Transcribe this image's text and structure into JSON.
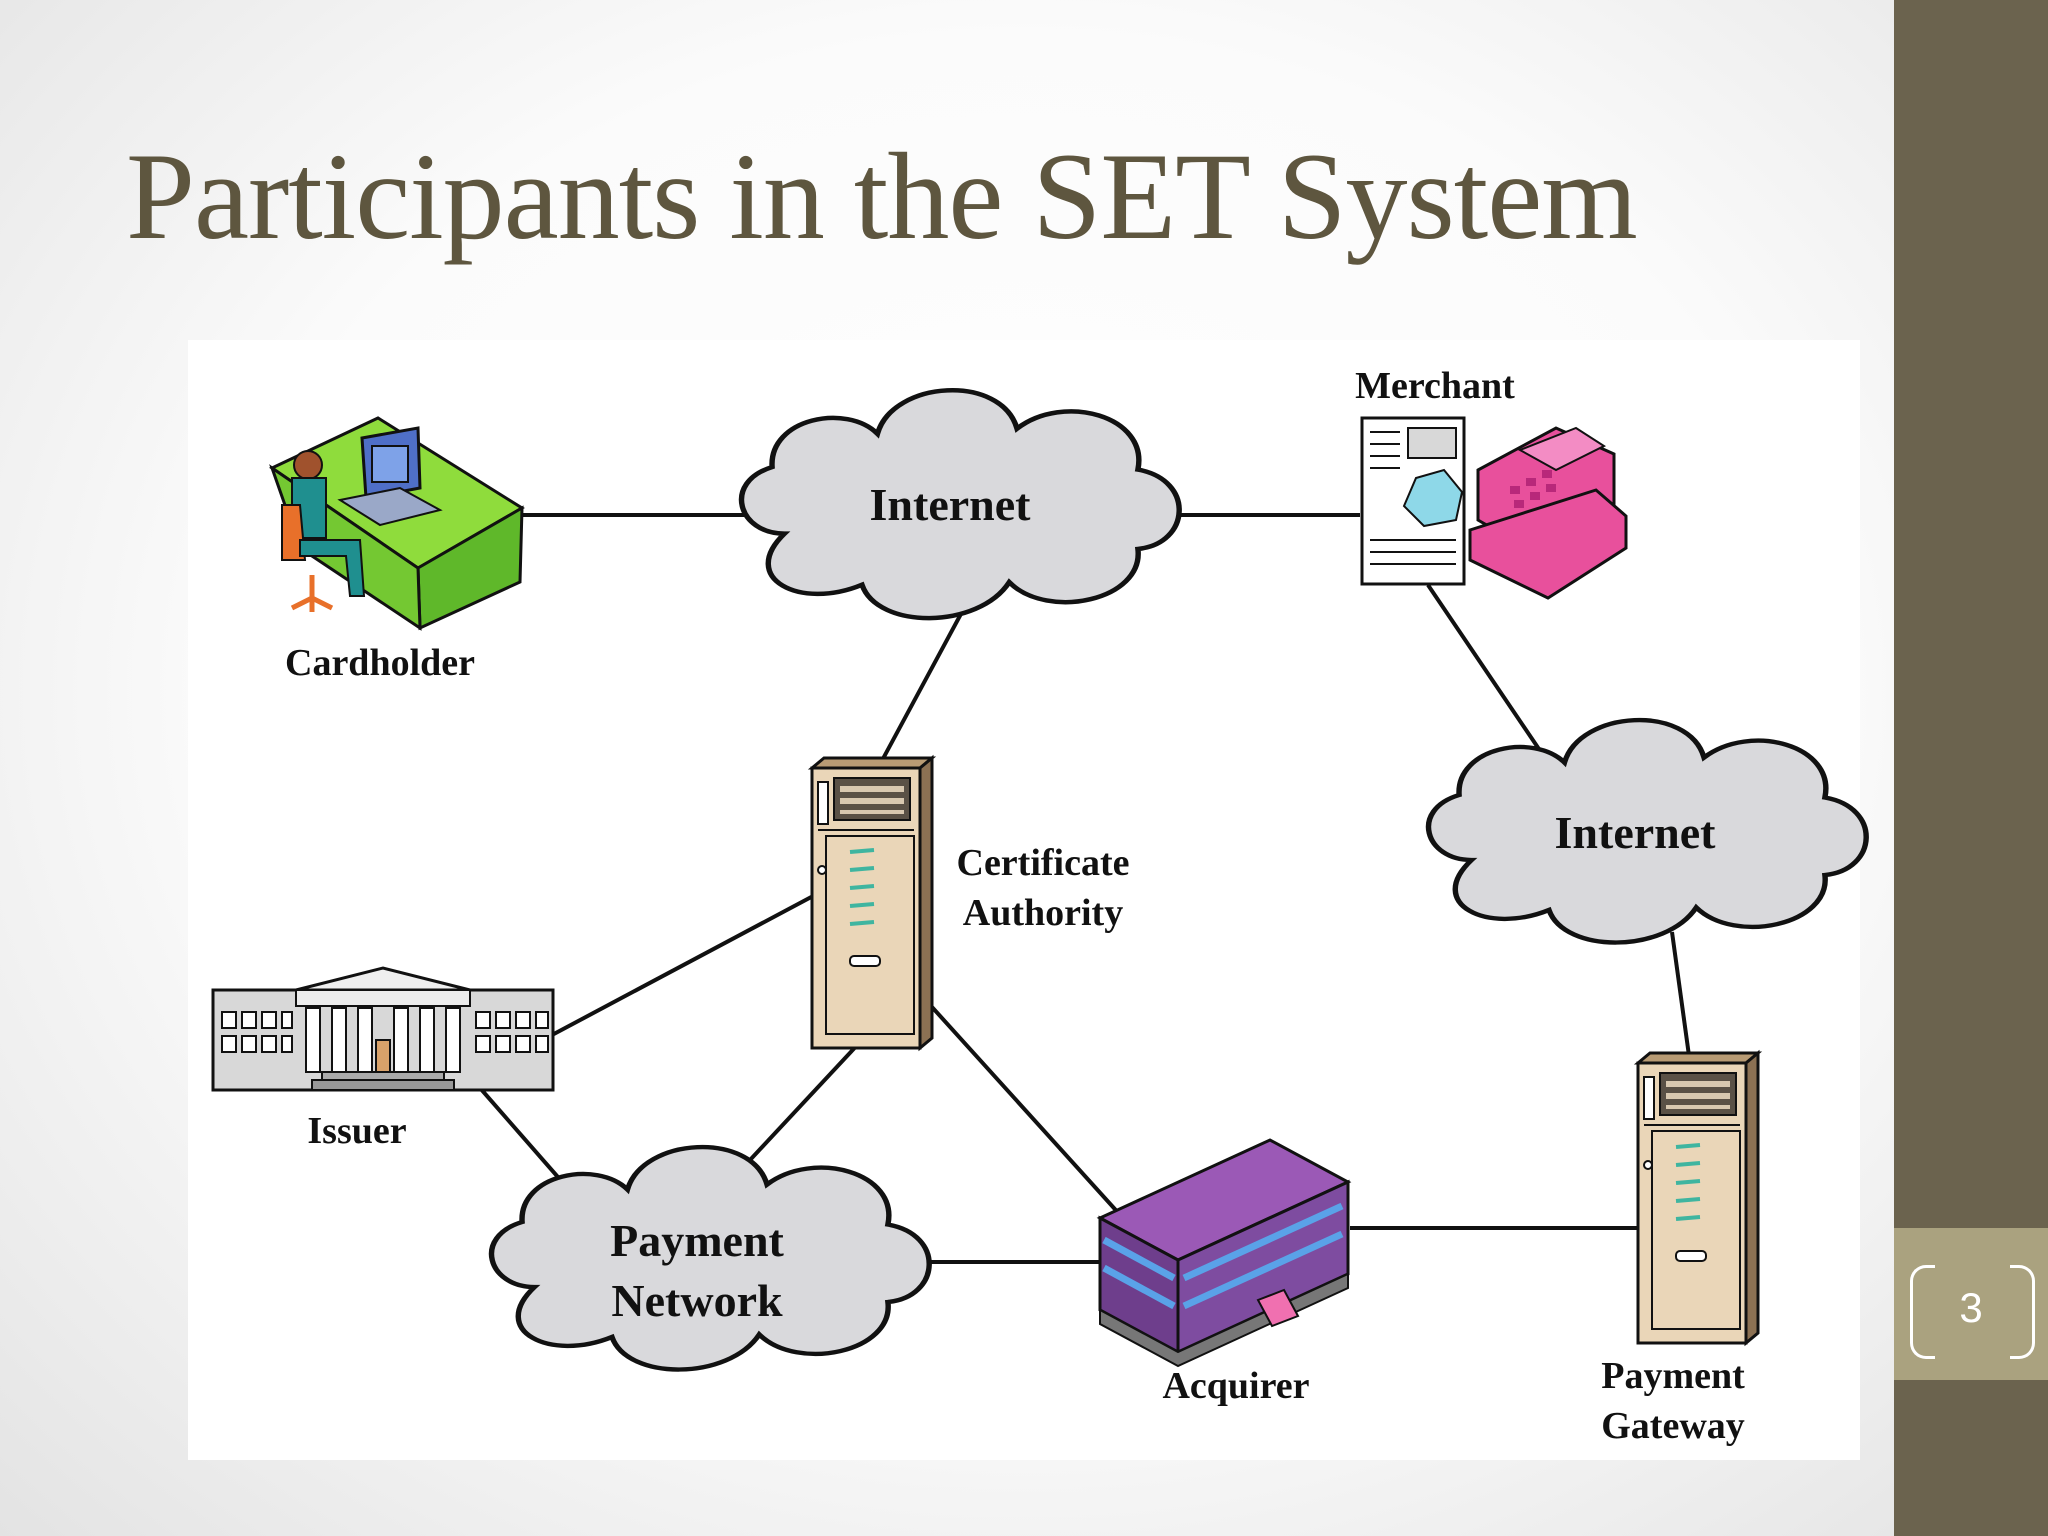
{
  "slide": {
    "title": "Participants in the SET System",
    "number": "3",
    "colors": {
      "title": "#5e563f",
      "sidebar": "#6b634e",
      "number_tab": "#aaa27f"
    }
  },
  "diagram": {
    "nodes": {
      "cardholder": {
        "label": "Cardholder",
        "icon": "person-at-computer-desk-icon"
      },
      "internet_top": {
        "label": "Internet",
        "icon": "cloud-icon"
      },
      "merchant": {
        "label": "Merchant",
        "icon": "web-server-and-cash-register-icon"
      },
      "certificate_authority": {
        "label_line1": "Certificate",
        "label_line2": "Authority",
        "icon": "server-tower-icon"
      },
      "internet_right": {
        "label": "Internet",
        "icon": "cloud-icon"
      },
      "issuer": {
        "label": "Issuer",
        "icon": "bank-building-icon"
      },
      "payment_network": {
        "label_line1": "Payment",
        "label_line2": "Network",
        "icon": "cloud-icon"
      },
      "acquirer": {
        "label": "Acquirer",
        "icon": "office-building-icon"
      },
      "payment_gateway": {
        "label_line1": "Payment",
        "label_line2": "Gateway",
        "icon": "server-tower-icon"
      }
    }
  }
}
